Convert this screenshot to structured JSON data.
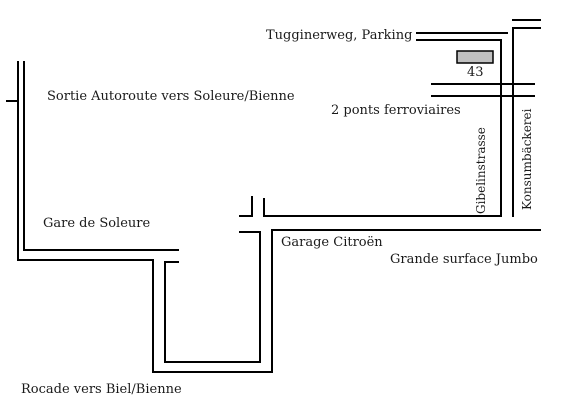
{
  "labels": {
    "parking": "Tugginerweg, Parking",
    "house_number": "43",
    "exit_motorway": "Sortie Autoroute vers Soleure/Bienne",
    "railway_bridges": "2 ponts ferroviaires",
    "station": "Gare de Soleure",
    "garage": "Garage Citroën",
    "store": "Grande surface Jumbo",
    "ring_road": "Rocade vers Biel/Bienne",
    "street_gibelin": "Gibelinstrasse",
    "street_konsum": "Konsumbäckerei"
  },
  "colors": {
    "road_line": "#000000",
    "building_fill": "#c0c0c0",
    "background": "#ffffff"
  }
}
